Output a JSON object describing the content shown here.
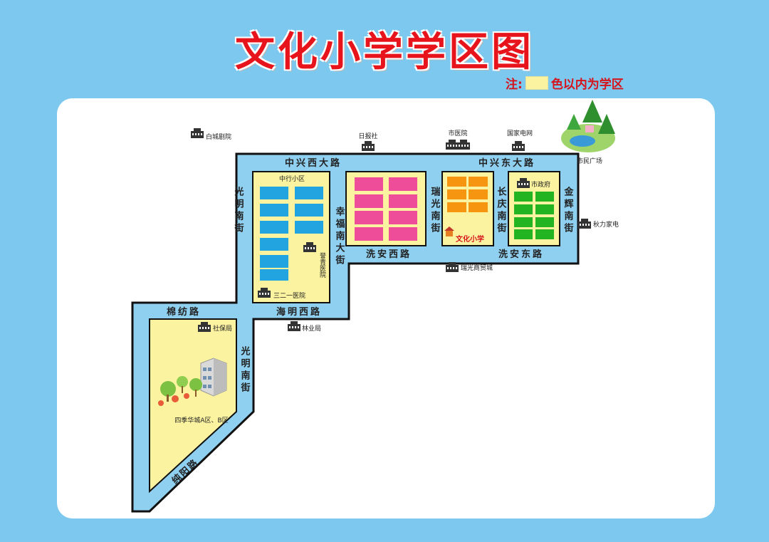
{
  "title": "文化小学学区图",
  "legend": {
    "prefix": "注:",
    "text": "色以内为学区",
    "swatch_color": "#fbf3a0"
  },
  "colors": {
    "background": "#7cc8ee",
    "road": "#8fd0f0",
    "zone": "#fbf3a0",
    "title": "#e8141c",
    "blue_blocks": "#22a4e0",
    "pink_blocks": "#ee4d99",
    "orange_blocks": "#f6950f",
    "green_blocks": "#22b421"
  },
  "roads": {
    "zhongxing_west": "中兴西大路",
    "zhongxing_east": "中兴东大路",
    "guangming_south_top": "光明南街",
    "xingfu_south": "幸福南大街",
    "ruiguang_south": "瑞光南街",
    "changqing_south": "长庆南街",
    "jinhui_south": "金辉南街",
    "xian_west": "洗安西路",
    "xian_east": "洗安东路",
    "haiming_west": "海明西路",
    "mianfang": "棉纺路",
    "guangming_south_bottom": "光明南街",
    "chunyang": "纯阳路"
  },
  "landmarks": {
    "baicheng": "白城剧院",
    "ribaoshe": "日报社",
    "shiyiyuan": "市医院",
    "guojiadianwang": "国家电网",
    "shiminguangchang": "市民广场",
    "zhonghang": "中行小区",
    "yuqing": "誉青医院",
    "sanerer": "三二一医院",
    "wenhua_school": "文化小学",
    "shizhengfu": "市政府",
    "qiuli": "秋力家电",
    "ruiguang_mall": "瑞光商贸城",
    "linyeju": "林业局",
    "shebaoju": "社保局",
    "siji": "四季华城A区、B区"
  },
  "icons": [
    "building-icon",
    "school-icon",
    "park-icon",
    "houses-icon"
  ]
}
